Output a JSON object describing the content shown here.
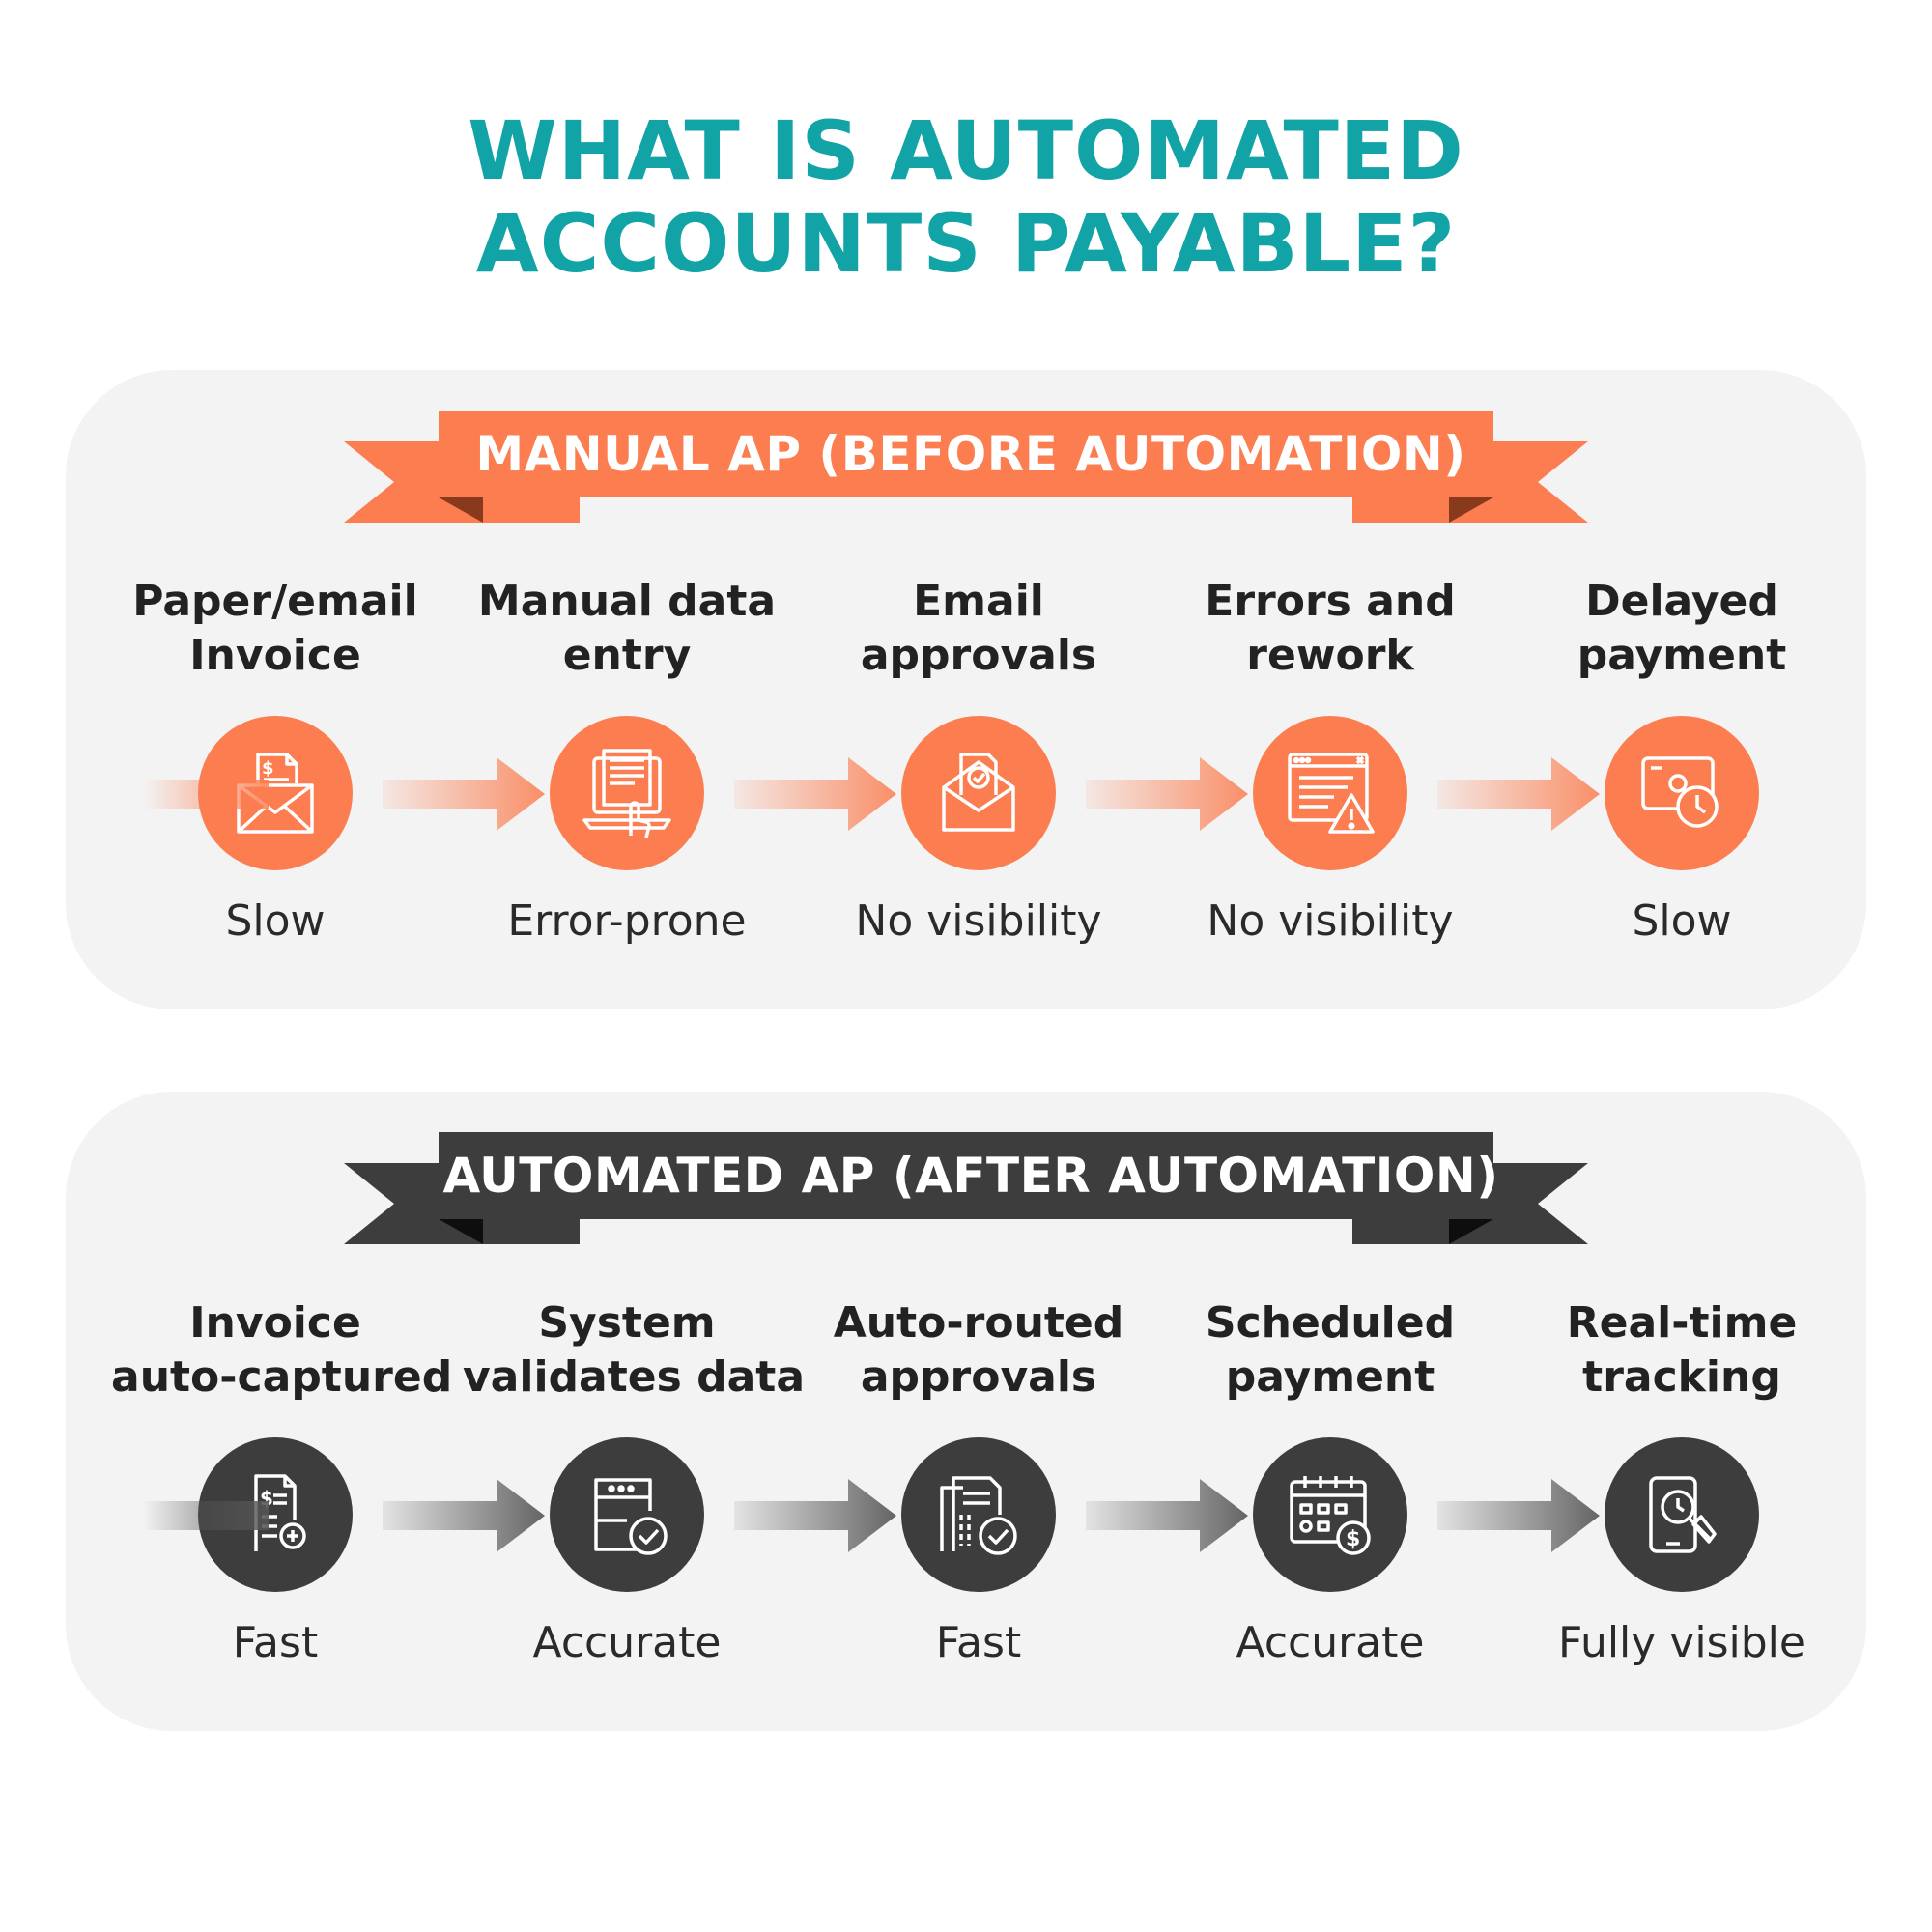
{
  "title": {
    "line1": "WHAT IS AUTOMATED",
    "line2": "ACCOUNTS PAYABLE?"
  },
  "colors": {
    "title": "#11a3a5",
    "manual_accent": "#fb7d50",
    "automated_accent": "#3d3d3d",
    "panel": "#f3f3f3"
  },
  "manual": {
    "banner": "MANUAL AP (BEFORE AUTOMATION)",
    "steps": [
      {
        "line1": "Paper/email",
        "line2": "Invoice",
        "result": "Slow",
        "icon": "invoice-envelope-icon"
      },
      {
        "line1": "Manual data",
        "line2": "entry",
        "result": "Error-prone",
        "icon": "laptop-typing-icon"
      },
      {
        "line1": "Email",
        "line2": "approvals",
        "result": "No visibility",
        "icon": "email-approval-icon"
      },
      {
        "line1": "Errors and",
        "line2": "rework",
        "result": "No visibility",
        "icon": "error-window-icon"
      },
      {
        "line1": "Delayed",
        "line2": "payment",
        "result": "Slow",
        "icon": "delayed-payment-icon"
      }
    ]
  },
  "automated": {
    "banner": "AUTOMATED AP (AFTER AUTOMATION)",
    "steps": [
      {
        "line1": "Invoice",
        "line2": "auto-captured",
        "result": "Fast",
        "icon": "invoice-capture-icon"
      },
      {
        "line1": "System",
        "line2": "validates data",
        "result": "Accurate",
        "icon": "data-validation-icon"
      },
      {
        "line1": "Auto-routed",
        "line2": "approvals",
        "result": "Fast",
        "icon": "document-approval-icon"
      },
      {
        "line1": "Scheduled",
        "line2": "payment",
        "result": "Accurate",
        "icon": "scheduled-payment-icon"
      },
      {
        "line1": "Real-time",
        "line2": "tracking",
        "result": "Fully visible",
        "icon": "tracking-search-icon"
      }
    ]
  }
}
